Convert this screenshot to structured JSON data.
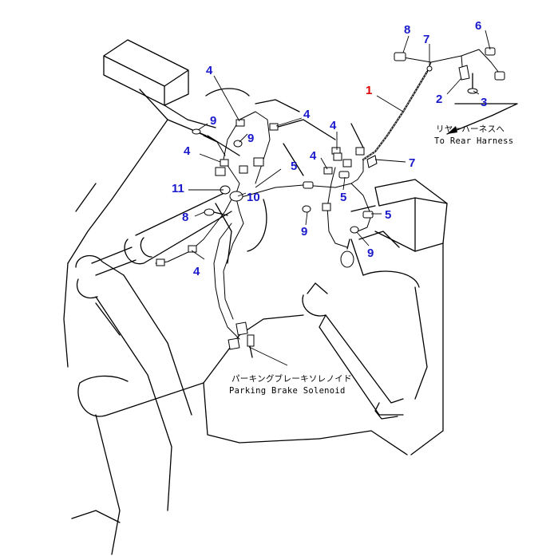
{
  "colors": {
    "callout": "#1a1acc",
    "callout_main": "#e00000",
    "line": "#000000",
    "background": "#ffffff"
  },
  "callouts": [
    {
      "id": "c1",
      "label": "1",
      "emphasis": "main"
    },
    {
      "id": "c2",
      "label": "2"
    },
    {
      "id": "c3",
      "label": "3"
    },
    {
      "id": "c4a",
      "label": "4"
    },
    {
      "id": "c4b",
      "label": "4"
    },
    {
      "id": "c4c",
      "label": "4"
    },
    {
      "id": "c4d",
      "label": "4"
    },
    {
      "id": "c4e",
      "label": "4"
    },
    {
      "id": "c4f",
      "label": "4"
    },
    {
      "id": "c5a",
      "label": "5"
    },
    {
      "id": "c5b",
      "label": "5"
    },
    {
      "id": "c5c",
      "label": "5"
    },
    {
      "id": "c6",
      "label": "6"
    },
    {
      "id": "c7a",
      "label": "7"
    },
    {
      "id": "c7b",
      "label": "7"
    },
    {
      "id": "c8a",
      "label": "8"
    },
    {
      "id": "c8b",
      "label": "8"
    },
    {
      "id": "c9a",
      "label": "9"
    },
    {
      "id": "c9b",
      "label": "9"
    },
    {
      "id": "c9c",
      "label": "9"
    },
    {
      "id": "c9d",
      "label": "9"
    },
    {
      "id": "c10",
      "label": "10"
    },
    {
      "id": "c11",
      "label": "11"
    }
  ],
  "notes": {
    "rear_harness_jp": "リヤーハーネスへ",
    "rear_harness_en": "To Rear Harness",
    "solenoid_jp": "パーキングブレーキソレノイド",
    "solenoid_en": "Parking Brake Solenoid"
  }
}
